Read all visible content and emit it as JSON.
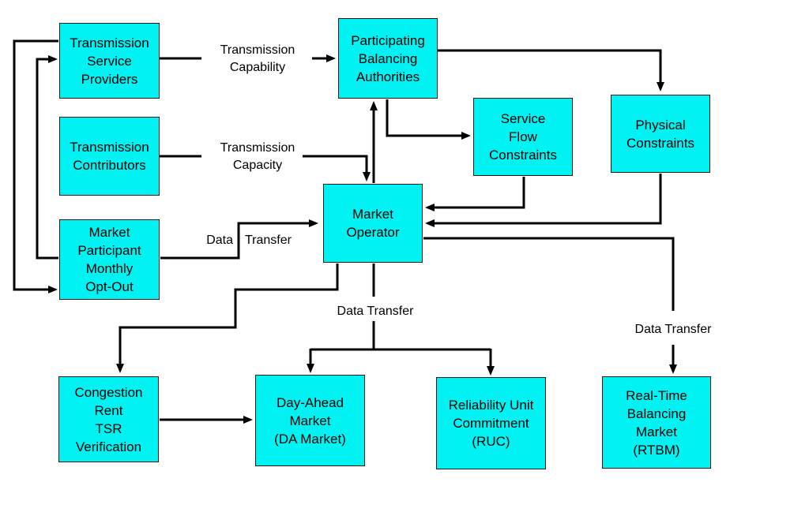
{
  "diagram": {
    "type": "flowchart",
    "colors": {
      "node_fill": "#00F2F2",
      "node_border": "#1a1a1a",
      "line": "#000000",
      "text": "#000000",
      "background": "#FFFFFF"
    },
    "nodes": {
      "transmission_service_providers": {
        "label": "Transmission\nService\nProviders"
      },
      "transmission_contributors": {
        "label": "Transmission\nContributors"
      },
      "market_participant_monthly_opt_out": {
        "label": "Market\nParticipant\nMonthly\nOpt-Out"
      },
      "participating_balancing_authorities": {
        "label": "Participating\nBalancing\nAuthorities"
      },
      "service_flow_constraints": {
        "label": "Service\nFlow\nConstraints"
      },
      "physical_constraints": {
        "label": "Physical\nConstraints"
      },
      "market_operator": {
        "label": "Market\nOperator"
      },
      "congestion_rent_tsr_verification": {
        "label": "Congestion\nRent\nTSR\nVerification"
      },
      "day_ahead_market": {
        "label": "Day-Ahead\nMarket\n(DA Market)"
      },
      "reliability_unit_commitment": {
        "label": "Reliability Unit\nCommitment\n(RUC)"
      },
      "real_time_balancing_market": {
        "label": "Real-Time\nBalancing\nMarket\n(RTBM)"
      }
    },
    "edge_labels": {
      "transmission_capability": "Transmission\nCapability",
      "transmission_capacity": "Transmission\nCapacity",
      "data_transfer_left_part1": "Data",
      "data_transfer_left_part2": "Transfer",
      "data_transfer_center": "Data Transfer",
      "data_transfer_right": "Data Transfer"
    },
    "edges": [
      {
        "id": "tsp-to-pba",
        "from": "transmission_service_providers",
        "to": "participating_balancing_authorities",
        "label": "Transmission Capability"
      },
      {
        "id": "contributors-to-mo",
        "from": "transmission_contributors",
        "to": "market_operator",
        "label": "Transmission Capacity"
      },
      {
        "id": "mo-to-pba",
        "from": "market_operator",
        "to": "participating_balancing_authorities"
      },
      {
        "id": "pba-to-sfc",
        "from": "participating_balancing_authorities",
        "to": "service_flow_constraints"
      },
      {
        "id": "pba-to-pc",
        "from": "participating_balancing_authorities",
        "to": "physical_constraints"
      },
      {
        "id": "sfc-to-mo",
        "from": "service_flow_constraints",
        "to": "market_operator"
      },
      {
        "id": "pc-to-mo",
        "from": "physical_constraints",
        "to": "market_operator"
      },
      {
        "id": "optout-to-mo",
        "from": "market_participant_monthly_opt_out",
        "to": "market_operator",
        "label": "Data Transfer"
      },
      {
        "id": "tsp-to-optout",
        "from": "transmission_service_providers",
        "to": "market_participant_monthly_opt_out"
      },
      {
        "id": "optout-to-tsp",
        "from": "market_participant_monthly_opt_out",
        "to": "transmission_service_providers"
      },
      {
        "id": "mo-to-congestion",
        "from": "market_operator",
        "to": "congestion_rent_tsr_verification"
      },
      {
        "id": "mo-to-da",
        "from": "market_operator",
        "to": "day_ahead_market",
        "label": "Data Transfer"
      },
      {
        "id": "mo-to-ruc",
        "from": "market_operator",
        "to": "reliability_unit_commitment",
        "label": "Data Transfer"
      },
      {
        "id": "mo-to-rtbm",
        "from": "market_operator",
        "to": "real_time_balancing_market",
        "label": "Data Transfer"
      },
      {
        "id": "congestion-to-da",
        "from": "congestion_rent_tsr_verification",
        "to": "day_ahead_market"
      }
    ]
  }
}
